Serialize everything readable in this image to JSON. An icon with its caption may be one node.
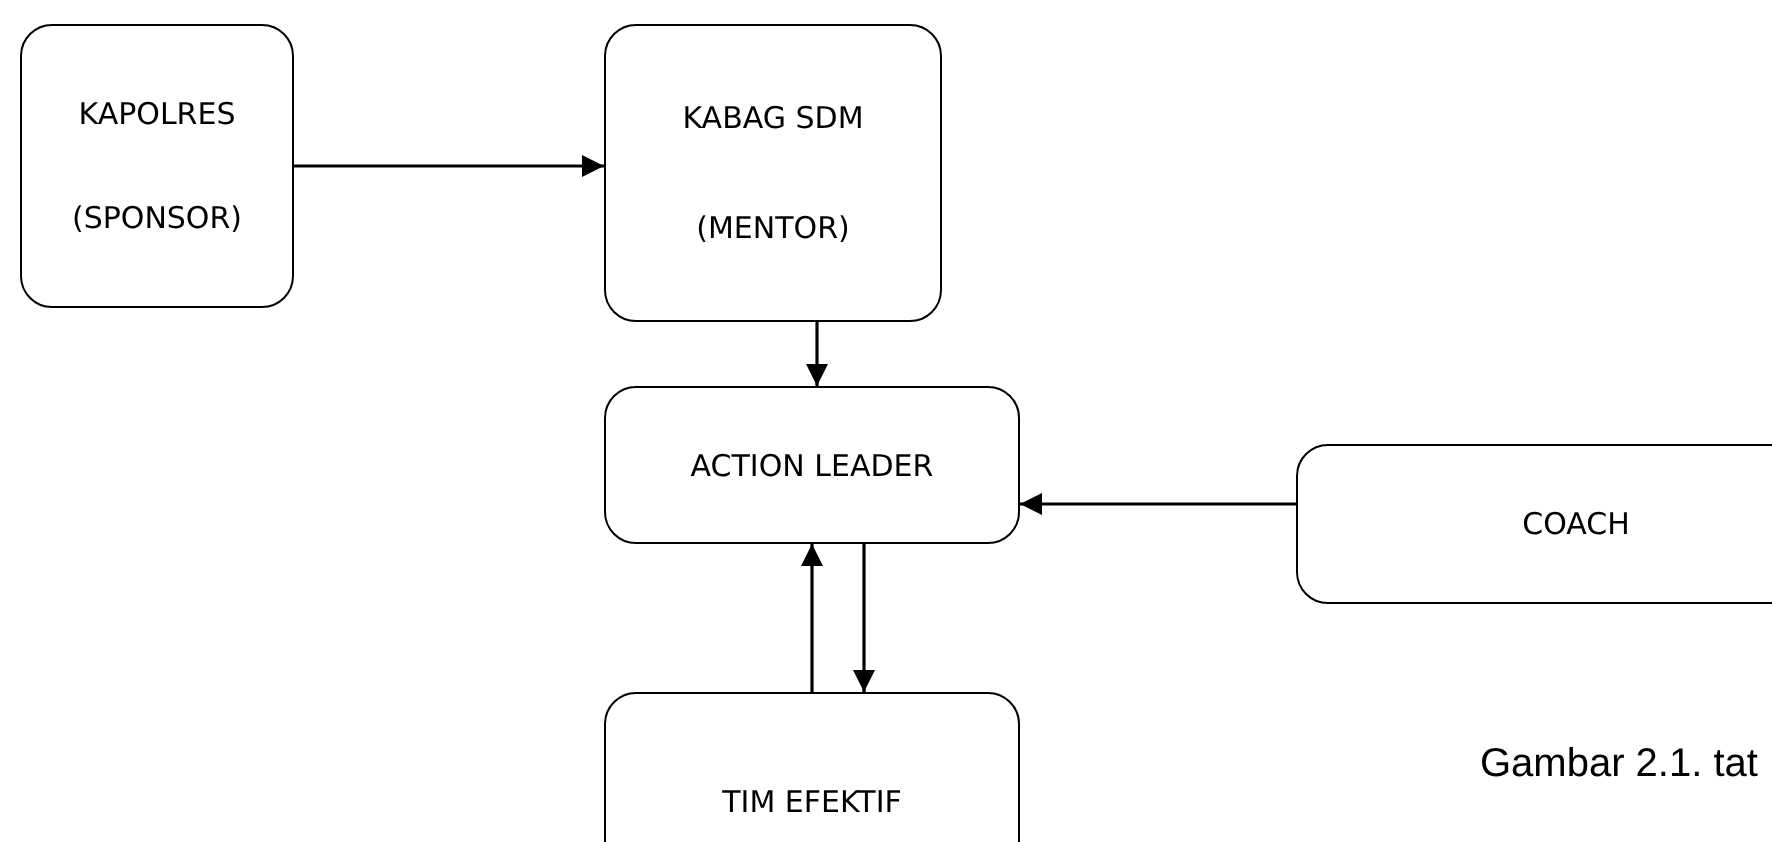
{
  "diagram": {
    "nodes": [
      {
        "text": [
          "KAPOLRES",
          "(SPONSOR)"
        ]
      },
      {
        "text": [
          "KABAG SDM",
          "(MENTOR)"
        ]
      },
      {
        "text": [
          "ACTION LEADER"
        ]
      },
      {
        "text": [
          "COACH"
        ]
      },
      {
        "text": [
          "TIM EFEKTIF"
        ]
      }
    ],
    "edges": [
      {
        "from": 0,
        "to": 1,
        "arrow": "to"
      },
      {
        "from": 1,
        "to": 2,
        "arrow": "to"
      },
      {
        "from": 3,
        "to": 2,
        "arrow": "to"
      },
      {
        "from": 4,
        "to": 2,
        "arrow": "to"
      },
      {
        "from": 2,
        "to": 4,
        "arrow": "to"
      }
    ],
    "labels": [
      "Gambar 2.1. tat"
    ]
  }
}
